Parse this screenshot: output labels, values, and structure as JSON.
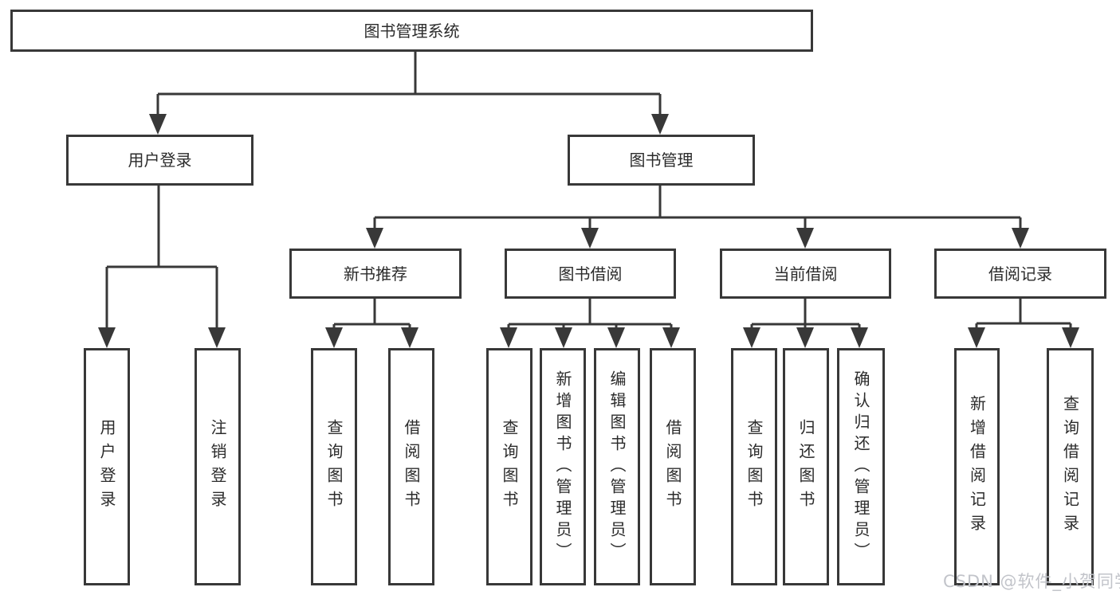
{
  "nodes": {
    "root": "图书管理系统",
    "level2": {
      "user_login": "用户登录",
      "book_management": "图书管理"
    },
    "level3": {
      "new_book_recommendation": "新书推荐",
      "book_borrowing": "图书借阅",
      "current_borrowing": "当前借阅",
      "borrowing_records": "借阅记录"
    },
    "leaves": {
      "user_login": "用户登录",
      "logout": "注销登录",
      "recommend_query_book": "查询图书",
      "recommend_borrow_book": "借阅图书",
      "borrowing_query_book": "查询图书",
      "borrowing_add_book": "新增图书（管理员）",
      "borrowing_edit_book": "编辑图书（管理员）",
      "borrowing_borrow_book": "借阅图书",
      "current_query_book": "查询图书",
      "current_return_book": "归还图书",
      "current_confirm_return": "确认归还（管理员）",
      "records_add_record": "新增借阅记录",
      "records_query_record": "查询借阅记录"
    }
  },
  "watermark": "CSDN @软件_小贺同学",
  "colors": {
    "line": "#383838",
    "text": "#2b2b2b",
    "background": "#ffffff",
    "watermark": "#c2c4ca"
  }
}
